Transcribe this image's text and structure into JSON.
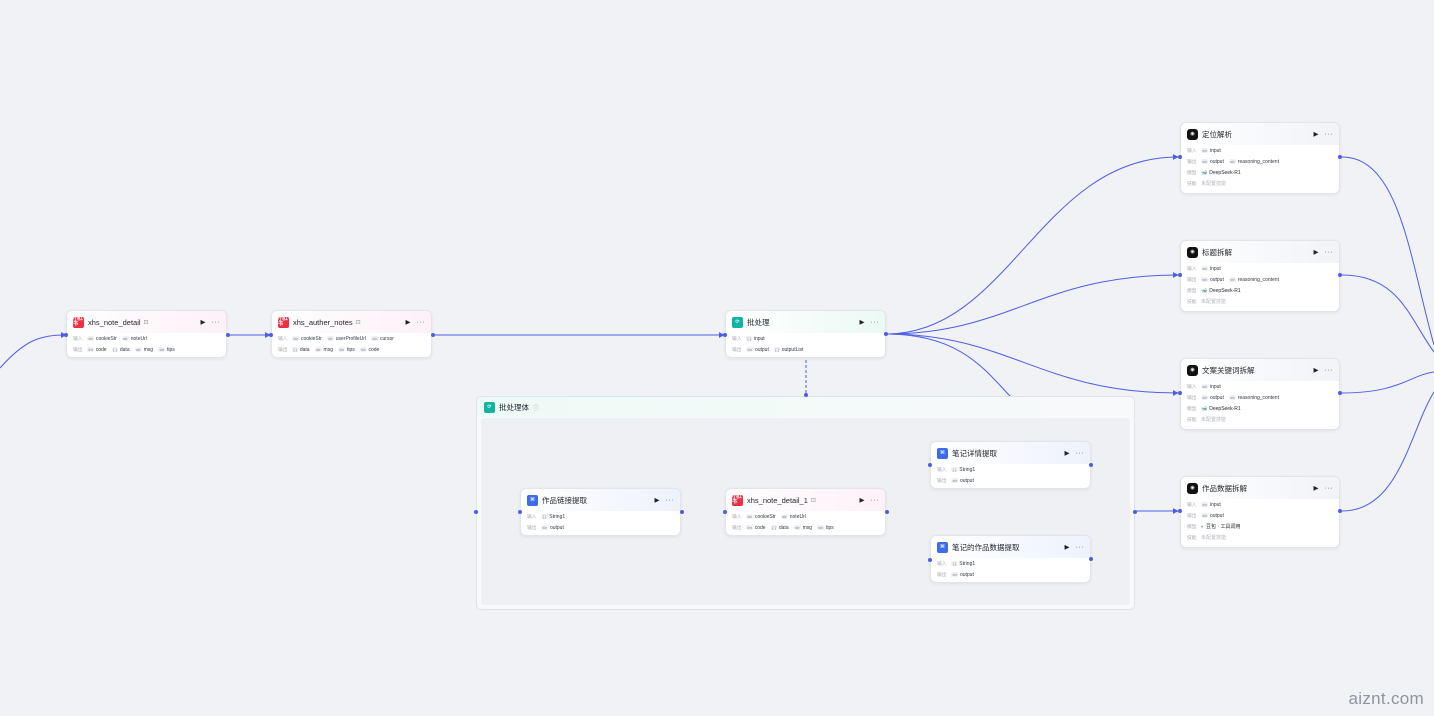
{
  "labels": {
    "input": "输入",
    "output": "输出",
    "model": "模型",
    "skill": "技能"
  },
  "nodes": {
    "xhs_note_detail": {
      "title": "xhs_note_detail",
      "badge": "⊡",
      "inputs": [
        {
          "t": "str",
          "n": "cookieStr"
        },
        {
          "t": "str",
          "n": "noteUrl"
        }
      ],
      "outputs": [
        {
          "t": "int",
          "n": "code"
        },
        {
          "t": "{ }",
          "n": "data"
        },
        {
          "t": "str",
          "n": "msg"
        },
        {
          "t": "str",
          "n": "tips"
        }
      ]
    },
    "xhs_auther_notes": {
      "title": "xhs_auther_notes",
      "badge": "⊡",
      "inputs": [
        {
          "t": "str",
          "n": "cookieStr"
        },
        {
          "t": "str",
          "n": "userProfileUrl"
        },
        {
          "t": "str",
          "n": "cursor"
        }
      ],
      "outputs": [
        {
          "t": "[ ]",
          "n": "data"
        },
        {
          "t": "str",
          "n": "msg"
        },
        {
          "t": "str",
          "n": "tips"
        },
        {
          "t": "int",
          "n": "code"
        }
      ]
    },
    "batch": {
      "title": "批处理",
      "inputs": [
        {
          "t": "[ ]",
          "n": "input"
        }
      ],
      "outputs": [
        {
          "t": "str",
          "n": "output"
        },
        {
          "t": "[ ]",
          "n": "outputList"
        }
      ]
    },
    "link_extract": {
      "title": "作品链接提取",
      "inputs": [
        {
          "t": "{ }",
          "n": "String1"
        }
      ],
      "outputs": [
        {
          "t": "str",
          "n": "output"
        }
      ]
    },
    "xhs_note_detail_1": {
      "title": "xhs_note_detail_1",
      "badge": "⊡",
      "inputs": [
        {
          "t": "str",
          "n": "cookieStr"
        },
        {
          "t": "str",
          "n": "noteUrl"
        }
      ],
      "outputs": [
        {
          "t": "int",
          "n": "code"
        },
        {
          "t": "{ }",
          "n": "data"
        },
        {
          "t": "str",
          "n": "msg"
        },
        {
          "t": "str",
          "n": "tips"
        }
      ]
    },
    "note_detail_extract": {
      "title": "笔记详情提取",
      "inputs": [
        {
          "t": "{ }",
          "n": "String1"
        }
      ],
      "outputs": [
        {
          "t": "str",
          "n": "output"
        }
      ]
    },
    "note_data_extract": {
      "title": "笔记的作品数据提取",
      "inputs": [
        {
          "t": "{ }",
          "n": "String1"
        }
      ],
      "outputs": [
        {
          "t": "str",
          "n": "output"
        }
      ]
    },
    "locate_analysis": {
      "title": "定位解析",
      "inputs": [
        {
          "t": "str",
          "n": "input"
        }
      ],
      "outputs": [
        {
          "t": "str",
          "n": "output"
        },
        {
          "t": "str",
          "n": "reasoning_content"
        }
      ],
      "model": "DeepSeek-R1",
      "skill": "未配置技能"
    },
    "title_analysis": {
      "title": "标题拆解",
      "inputs": [
        {
          "t": "str",
          "n": "input"
        }
      ],
      "outputs": [
        {
          "t": "str",
          "n": "output"
        },
        {
          "t": "str",
          "n": "reasoning_content"
        }
      ],
      "model": "DeepSeek-R1",
      "skill": "未配置技能"
    },
    "keyword_analysis": {
      "title": "文案关键词拆解",
      "inputs": [
        {
          "t": "str",
          "n": "input"
        }
      ],
      "outputs": [
        {
          "t": "str",
          "n": "output"
        },
        {
          "t": "str",
          "n": "reasoning_content"
        }
      ],
      "model": "DeepSeek-R1",
      "skill": "未配置技能"
    },
    "data_analysis": {
      "title": "作品数据拆解",
      "inputs": [
        {
          "t": "str",
          "n": "input"
        }
      ],
      "outputs": [
        {
          "t": "str",
          "n": "output"
        }
      ],
      "model": "豆包 · 工具调用",
      "skill": "未配置技能"
    }
  },
  "group": {
    "title": "批处理体"
  },
  "icons": {
    "run": "play-icon",
    "more": "more-icon",
    "info": "info-icon"
  },
  "colors": {
    "edge": "#4e5ee4",
    "xhs": "#ef2f43",
    "batch": "#11b3a1",
    "plugin": "#3d6bea",
    "llm": "#111111"
  },
  "watermark": "aiznt.com"
}
